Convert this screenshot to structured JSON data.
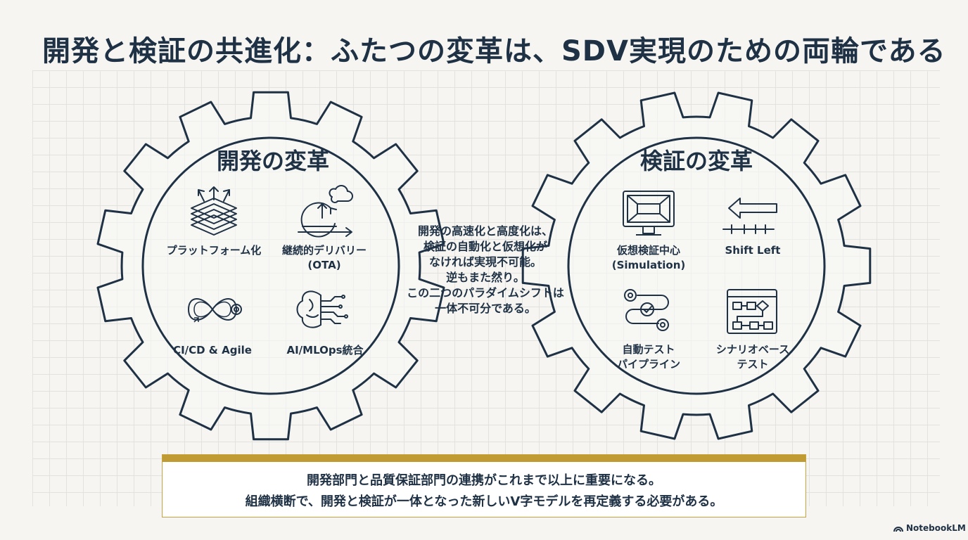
{
  "title": "開発と検証の共進化：ふたつの変革は、SDV実現のための両輪である",
  "gear_left": {
    "title": "開発の変革",
    "items": [
      {
        "icon": "layers-arrows-icon",
        "label": "プラットフォーム化"
      },
      {
        "icon": "cloud-cycle-icon",
        "label": "継続的デリバリー",
        "sub": "(OTA)"
      },
      {
        "icon": "infinity-gear-icon",
        "label": "CI/CD & Agile"
      },
      {
        "icon": "brain-circuit-icon",
        "label": "AI/MLOps統合"
      }
    ]
  },
  "gear_right": {
    "title": "検証の変革",
    "items": [
      {
        "icon": "monitor-icon",
        "label": "仮想検証中心",
        "sub": "(Simulation)"
      },
      {
        "icon": "shift-left-arrow-icon",
        "label": "Shift Left"
      },
      {
        "icon": "pipeline-gears-icon",
        "label": "自動テスト",
        "sub": "パイプライン"
      },
      {
        "icon": "flowchart-window-icon",
        "label": "シナリオベース",
        "sub": "テスト"
      }
    ]
  },
  "center": {
    "lines": [
      "開発の高速化と高度化は、",
      "検証の自動化と仮想化が",
      "なければ実現不可能。",
      "逆もまた然り。",
      "この二つのパラダイムシフトは",
      "一体不可分である。"
    ]
  },
  "banner": {
    "line1": "開発部門と品質保証部門の連携がこれまで以上に重要になる。",
    "line2": "組織横断で、開発と検証が一体となった新しいV字モデルを再定義する必要がある。"
  },
  "brand": "NotebookLM",
  "colors": {
    "navy": "#1f3144",
    "gold": "#c09a32",
    "background": "#f6f5f1"
  }
}
